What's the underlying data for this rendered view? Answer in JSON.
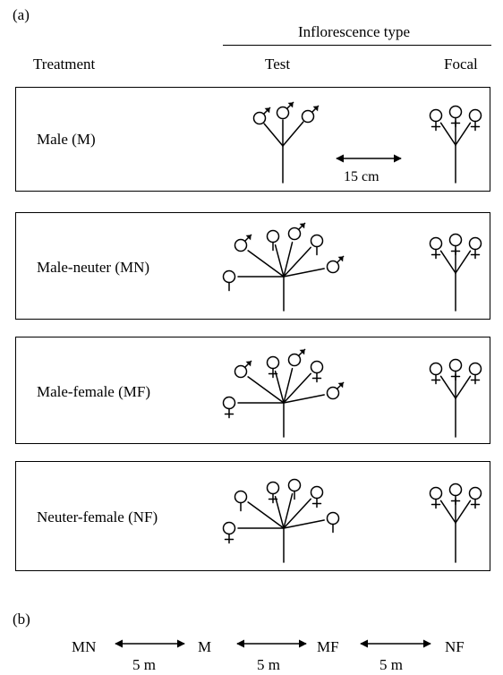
{
  "panel_a": {
    "label": "(a)",
    "header": {
      "title": "Inflorescence type",
      "treatment": "Treatment",
      "test": "Test",
      "focal": "Focal"
    },
    "rows": [
      {
        "label": "Male (M)",
        "test_flowers": [
          "male",
          "male",
          "male"
        ],
        "focal_flowers": [
          "female",
          "female",
          "female"
        ],
        "scale": "15 cm"
      },
      {
        "label": "Male-neuter (MN)",
        "test_flowers": [
          "neuter",
          "male",
          "neuter",
          "male",
          "neuter",
          "male"
        ],
        "focal_flowers": [
          "female",
          "female",
          "female"
        ]
      },
      {
        "label": "Male-female (MF)",
        "test_flowers": [
          "female",
          "male",
          "female",
          "male",
          "female",
          "male"
        ],
        "focal_flowers": [
          "female",
          "female",
          "female"
        ]
      },
      {
        "label": "Neuter-female (NF)",
        "test_flowers": [
          "female",
          "neuter",
          "female",
          "neuter",
          "female",
          "neuter"
        ],
        "focal_flowers": [
          "female",
          "female",
          "female"
        ]
      }
    ]
  },
  "panel_b": {
    "label": "(b)",
    "treatments": [
      "MN",
      "M",
      "MF",
      "NF"
    ],
    "distances": [
      "5 m",
      "5 m",
      "5 m"
    ]
  }
}
